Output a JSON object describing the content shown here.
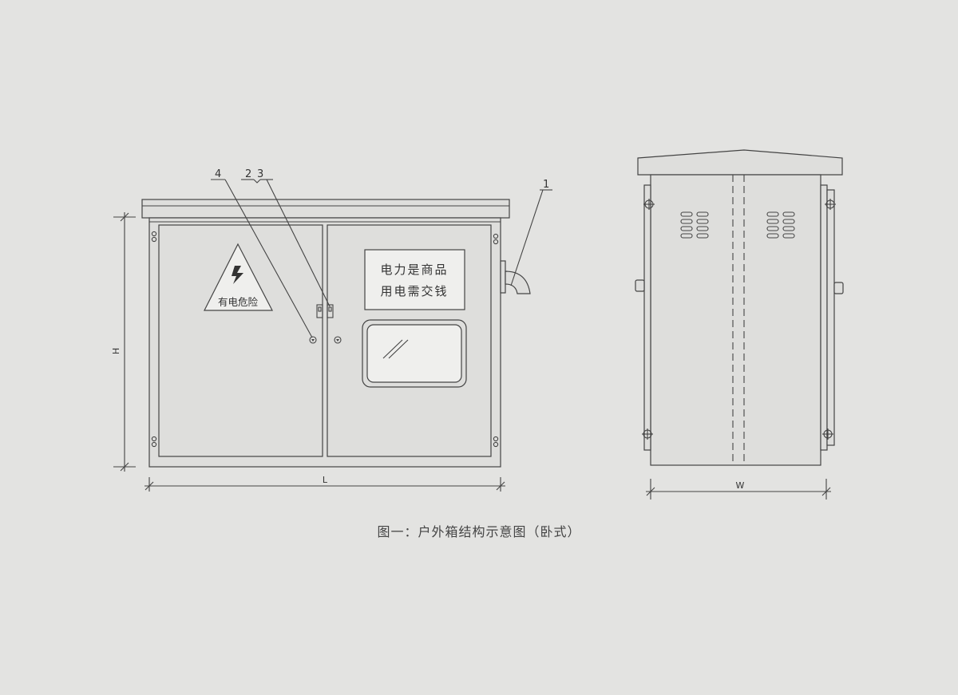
{
  "caption": "图一：户外箱结构示意图（卧式）",
  "front_view": {
    "warning_label": "有电危险",
    "sign_line1": "电力是商品",
    "sign_line2": "用电需交钱",
    "callouts": {
      "c1": "1",
      "c2": "2",
      "c3": "3",
      "c4": "4"
    },
    "dim_height": "H",
    "dim_length": "L"
  },
  "side_view": {
    "dim_width": "W"
  },
  "icons": [
    "lightning-bolt-icon"
  ]
}
